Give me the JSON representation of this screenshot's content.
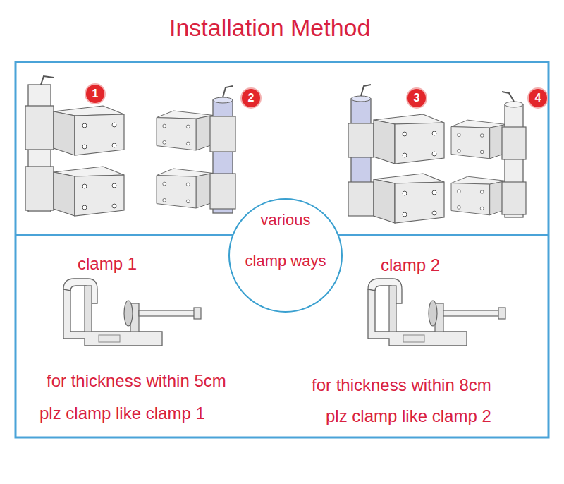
{
  "diagram": {
    "title": "Installation Method",
    "nodes": [
      {
        "text": [
          "various clamp ways"
        ]
      }
    ],
    "labels": [
      "1",
      "2",
      "3",
      "4",
      "clamp 1",
      "for thickness within 5cm",
      "plz clamp like clamp 1",
      "clamp 2",
      "for thickness within 8cm",
      "plz clamp like clamp 2"
    ]
  }
}
